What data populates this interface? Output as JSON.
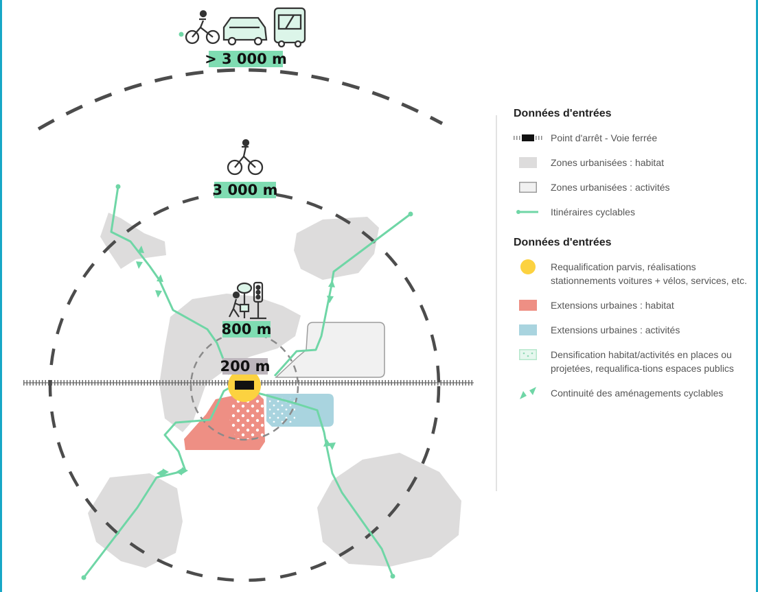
{
  "distance_labels": {
    "far": "> 3 000 m",
    "bike": "3 000 m",
    "walk": "800 m",
    "station": "200 m"
  },
  "icons": {
    "far": [
      "bicycle-icon",
      "car-icon",
      "bus-icon"
    ],
    "bike": [
      "bicycle-icon"
    ],
    "walk": [
      "pedestrian-icon",
      "tree-icon",
      "traffic-light-icon"
    ]
  },
  "colors": {
    "frame": "#17a7c6",
    "cycle_route": "#6fd6a6",
    "urban_housing": "#dddcdc",
    "urban_activities": "#f0f0f0",
    "station_halo": "#fcd240",
    "extension_housing": "#ee8f84",
    "extension_activities": "#a9d4df",
    "label_band": "#7fdcb2"
  },
  "legend": {
    "section1_title": "Données d'entrées",
    "section1_items": [
      {
        "label": "Point d'arrêt - Voie ferrée",
        "symbol": "station-rail-icon"
      },
      {
        "label": "Zones urbanisées : habitat",
        "symbol": "swatch-housing"
      },
      {
        "label": "Zones urbanisées : activités",
        "symbol": "swatch-activities"
      },
      {
        "label": "Itinéraires cyclables",
        "symbol": "cycle-route-icon"
      }
    ],
    "section2_title": "Données d'entrées",
    "section2_items": [
      {
        "label": "Requalification parvis, réalisations stationnements voitures + vélos, services, etc.",
        "symbol": "station-halo-icon"
      },
      {
        "label": "Extensions urbaines : habitat",
        "symbol": "swatch-ext-housing"
      },
      {
        "label": "Extensions urbaines : activités",
        "symbol": "swatch-ext-activities"
      },
      {
        "label": "Densification habitat/activités en places ou projetées, requalifica-tions espaces publics",
        "symbol": "swatch-densification"
      },
      {
        "label": "Continuité des aménagements cyclables",
        "symbol": "continuity-arrows-icon"
      }
    ]
  }
}
